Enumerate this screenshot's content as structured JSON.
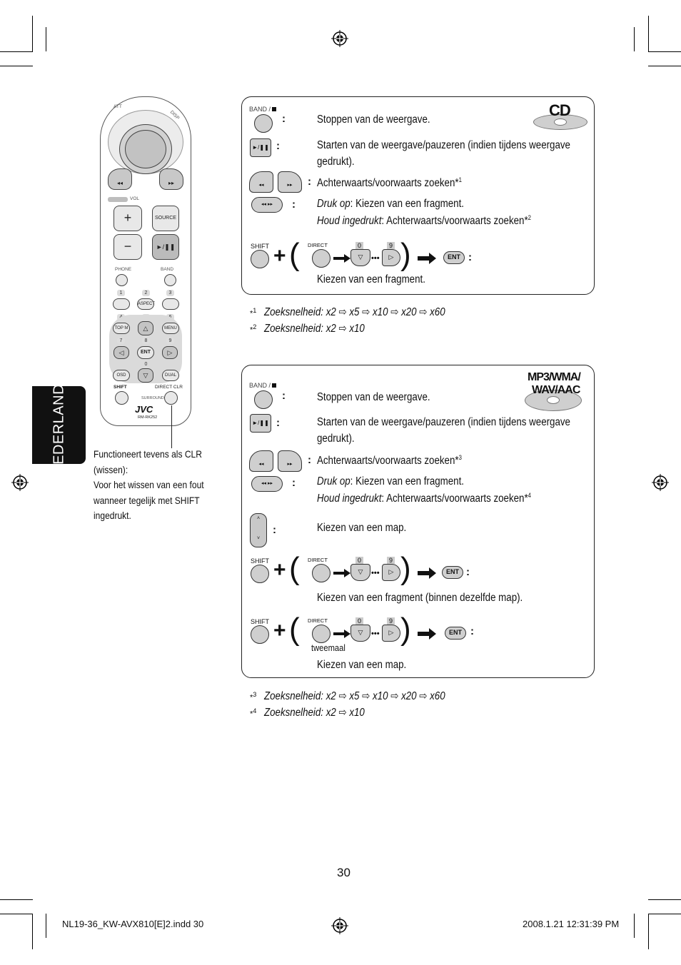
{
  "side_tab": {
    "label": "NEDERLANDS"
  },
  "remote": {
    "labels": {
      "att": "ATT",
      "disp": "DISP",
      "vol": "VOL",
      "source": "SOURCE",
      "phone": "PHONE",
      "band": "BAND",
      "aspect": "ASPECT",
      "topm": "TOP M",
      "menu": "MENU",
      "ent": "ENT",
      "osd": "OSD",
      "dual": "DUAL",
      "shift": "SHIFT",
      "direct_clr": "DIRECT CLR",
      "surround": "SURROUND",
      "brand": "JVC",
      "model": "RM-RK252"
    },
    "numbers": [
      "1",
      "2",
      "3",
      "4",
      "5",
      "6",
      "7",
      "8",
      "9",
      "0"
    ]
  },
  "remote_note": {
    "line1": "Functioneert tevens als CLR",
    "line2": "(wissen):",
    "line3": "Voor het wissen van een fout",
    "line4": "wanneer tegelijk met SHIFT",
    "line5": "ingedrukt."
  },
  "cd_panel": {
    "logo": "CD",
    "band_label": "BAND /",
    "stop": "Stoppen van de weergave.",
    "play_line1": "Starten van de weergave/pauzeren (indien tijdens weergave",
    "play_line2": "gedrukt).",
    "search": "Achterwaarts/voorwaarts zoeken*",
    "search_sup": "1",
    "press_label": "Druk op",
    "press_text": ": Kiezen van een fragment.",
    "hold_label": "Houd ingedrukt",
    "hold_text": ": Achterwaarts/voorwaarts zoeken*",
    "hold_sup": "2",
    "select_track": "Kiezen van een fragment.",
    "shift": "SHIFT",
    "direct": "DIRECT",
    "zero": "0",
    "nine": "9",
    "ent": "ENT"
  },
  "cd_footnotes": [
    {
      "mark": "*",
      "num": "1",
      "text": "Zoeksnelheid: x2 ⇨ x5 ⇨ x10 ⇨ x20 ⇨ x60"
    },
    {
      "mark": "*",
      "num": "2",
      "text": "Zoeksnelheid: x2 ⇨ x10"
    }
  ],
  "mp3_panel": {
    "logo_line1": "MP3/WMA/",
    "logo_line2": "WAV/AAC",
    "band_label": "BAND /",
    "stop": "Stoppen van de weergave.",
    "play_line1": "Starten van de weergave/pauzeren (indien tijdens weergave",
    "play_line2": "gedrukt).",
    "search": "Achterwaarts/voorwaarts zoeken*",
    "search_sup": "3",
    "press_label": "Druk op",
    "press_text": ": Kiezen van een fragment.",
    "hold_label": "Houd ingedrukt",
    "hold_text": ": Achterwaarts/voorwaarts zoeken*",
    "hold_sup": "4",
    "select_folder": "Kiezen van een map.",
    "select_track_in_folder": "Kiezen van een fragment (binnen dezelfde map).",
    "twice": "tweemaal",
    "select_folder2": "Kiezen van een map.",
    "shift": "SHIFT",
    "direct": "DIRECT",
    "zero": "0",
    "nine": "9",
    "ent": "ENT"
  },
  "mp3_footnotes": [
    {
      "mark": "*",
      "num": "3",
      "text": "Zoeksnelheid: x2 ⇨ x5 ⇨ x10 ⇨ x20 ⇨ x60"
    },
    {
      "mark": "*",
      "num": "4",
      "text": "Zoeksnelheid: x2 ⇨ x10"
    }
  ],
  "page_number": "30",
  "footer": {
    "file": "NL19-36_KW-AVX810[E]2.indd   30",
    "timestamp": "2008.1.21   12:31:39 PM"
  }
}
